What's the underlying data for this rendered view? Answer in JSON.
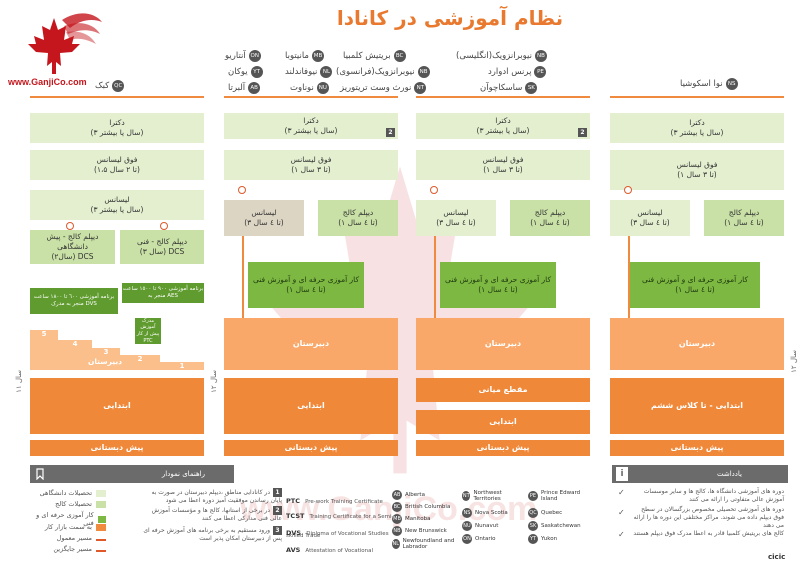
{
  "title": "نظام آموزشی در کانادا",
  "logo_url": "www.GanjiCo.com",
  "watermark_text": "www.GanjiCo.com",
  "provinces": {
    "col1": {
      "code": "QC",
      "name": "کبک"
    },
    "col2": [
      {
        "code": "ON",
        "name": "آنتاریو"
      },
      {
        "code": "YT",
        "name": "یوکان"
      },
      {
        "code": "AB",
        "name": "آلبرتا"
      }
    ],
    "col2b": [
      {
        "code": "MB",
        "name": "مانیتوبا"
      },
      {
        "code": "NL",
        "name": "نیوفاندلند"
      },
      {
        "code": "NU",
        "name": "نوناوت"
      }
    ],
    "col3": [
      {
        "code": "BC",
        "name": "بریتیش کلمبیا"
      },
      {
        "code": "NB",
        "name": "نیوبرانزویک(فرانسوی)"
      },
      {
        "code": "NT",
        "name": "نورث وست تریتوریز"
      }
    ],
    "col3b": [
      {
        "code": "NB",
        "name": "نیوبرانزویک(انگلیسی)"
      },
      {
        "code": "PE",
        "name": "پرنس ادوارد"
      },
      {
        "code": "SK",
        "name": "ساسکاچوآن"
      }
    ],
    "col4": {
      "code": "NS",
      "name": "نوا اسکوشیا"
    }
  },
  "labels": {
    "doctorate": "دکترا",
    "doctorate_years": "(۳ سال یا بیشتر)",
    "masters": "فوق لیسانس",
    "masters_years": "(۱ تا ۳ سال)",
    "masters_qc_years": "(۱،۵ تا ۲ سال)",
    "bachelor": "لیسانس",
    "bachelor_years": "(۳ تا ٤ سال)",
    "bachelor_qc_years": "(۳ سال یا بیشتر)",
    "college_diploma": "دیپلم کالج",
    "college_years": "(۱ تا ٤ سال)",
    "general_college": "دیپلم کالج - پیش دانشگاهی",
    "general_college_years": "(۲سال) DCS",
    "technical_college": "دیپلم کالج - فنی",
    "technical_college_years": "(۳ سال) DCS",
    "vocational": "کار آموزی حرفه ای و آموزش فنی",
    "vocational_years": "(۱ تا ٤ سال)",
    "secondary": "دبیرستان",
    "middle": "مقطع میانی",
    "elementary": "ابتدایی",
    "elementary_ns": "ابتدایی - تا کلاس ششم",
    "preschool": "پیش دبستانی",
    "dvs_note": "برنامه آموزشی ٦٠۰ تا ١٨٠٠ ساعت منجر به مدرک DVS",
    "aes_note": "برنامه آموزشی ٩٠۰ تا ١٥٠۰ ساعت منجر به AES",
    "ptc_note": "مدرک آموزش پیش از کار PTC",
    "age_note": "سال ۱۱",
    "age_note2": "سال ۱۲"
  },
  "steps": [
    "1",
    "2",
    "3",
    "4",
    "5"
  ],
  "legend": {
    "title": "راهنمای نمودار",
    "items": [
      {
        "label": "تحصیلات دانشگاهی",
        "color": "#e3efcf"
      },
      {
        "label": "تحصیلات کالج",
        "color": "#c9e1a6"
      },
      {
        "label": "کار آموزی حرفه ای و فنی",
        "color": "#7db843"
      },
      {
        "label": "به سمت بازار کار",
        "color": "#f08a3e"
      },
      {
        "label": "مسیر معمول",
        "color": "#e0592b"
      },
      {
        "label": "مسیر جایگزین",
        "color": "#e0592b"
      }
    ]
  },
  "footnotes": [
    {
      "num": "1",
      "text": "در کانادایی مناطق ،دیپلم دبیرستان در صورت به پایان رساندن موفقیت آمیز دوره اعطا می شود"
    },
    {
      "num": "2",
      "text": "در برخی از استانها، کالج ها و مؤسسات آموزش عالی فنی مدارکی اعطا می کنند"
    },
    {
      "num": "3",
      "text": "ورود مستقیم به برخی برنامه های آموزش حرفه ای پس از دبیرستان امکان پذیر است"
    }
  ],
  "abbreviations": [
    {
      "key": "PTC",
      "value": "Pre-work Training Certificate"
    },
    {
      "key": "TCST",
      "value": "Training Certificate for a Semi-skilled Trade"
    },
    {
      "key": "DVS",
      "value": "Diploma of Vocational Studies"
    },
    {
      "key": "AVS",
      "value": "Attestation of Vocational Specialization"
    }
  ],
  "province_names": [
    {
      "code": "AB",
      "name": "Alberta"
    },
    {
      "code": "BC",
      "name": "British Columbia"
    },
    {
      "code": "MB",
      "name": "Manitoba"
    },
    {
      "code": "NB",
      "name": "New Brunswick"
    },
    {
      "code": "NL",
      "name": "Newfoundland and Labrador"
    },
    {
      "code": "NT",
      "name": "Northwest Territories"
    },
    {
      "code": "NS",
      "name": "Nova Scotia"
    },
    {
      "code": "NU",
      "name": "Nunavut"
    },
    {
      "code": "ON",
      "name": "Ontario"
    },
    {
      "code": "PE",
      "name": "Prince Edward Island"
    },
    {
      "code": "QC",
      "name": "Quebec"
    },
    {
      "code": "SK",
      "name": "Saskatchewan"
    },
    {
      "code": "YT",
      "name": "Yukon"
    }
  ],
  "notes": {
    "title": "یادداشت",
    "items": [
      "دوره های آموزشی دانشگاه ها، کالج ها و سایر موسسات آموزش عالی متفاوتی را ارائه می کنند",
      "دوره های آموزشی تحصیلی مخصوص بزرگسالان در سطح فوق دیپلم داده می شوند. مراکز مختلفی این دوره ها را ارائه می دهند",
      "کالج های بریتیش کلمبیا قادر به اعطا مدرک فوق دیپلم هستند"
    ]
  },
  "cicic": "cicic"
}
